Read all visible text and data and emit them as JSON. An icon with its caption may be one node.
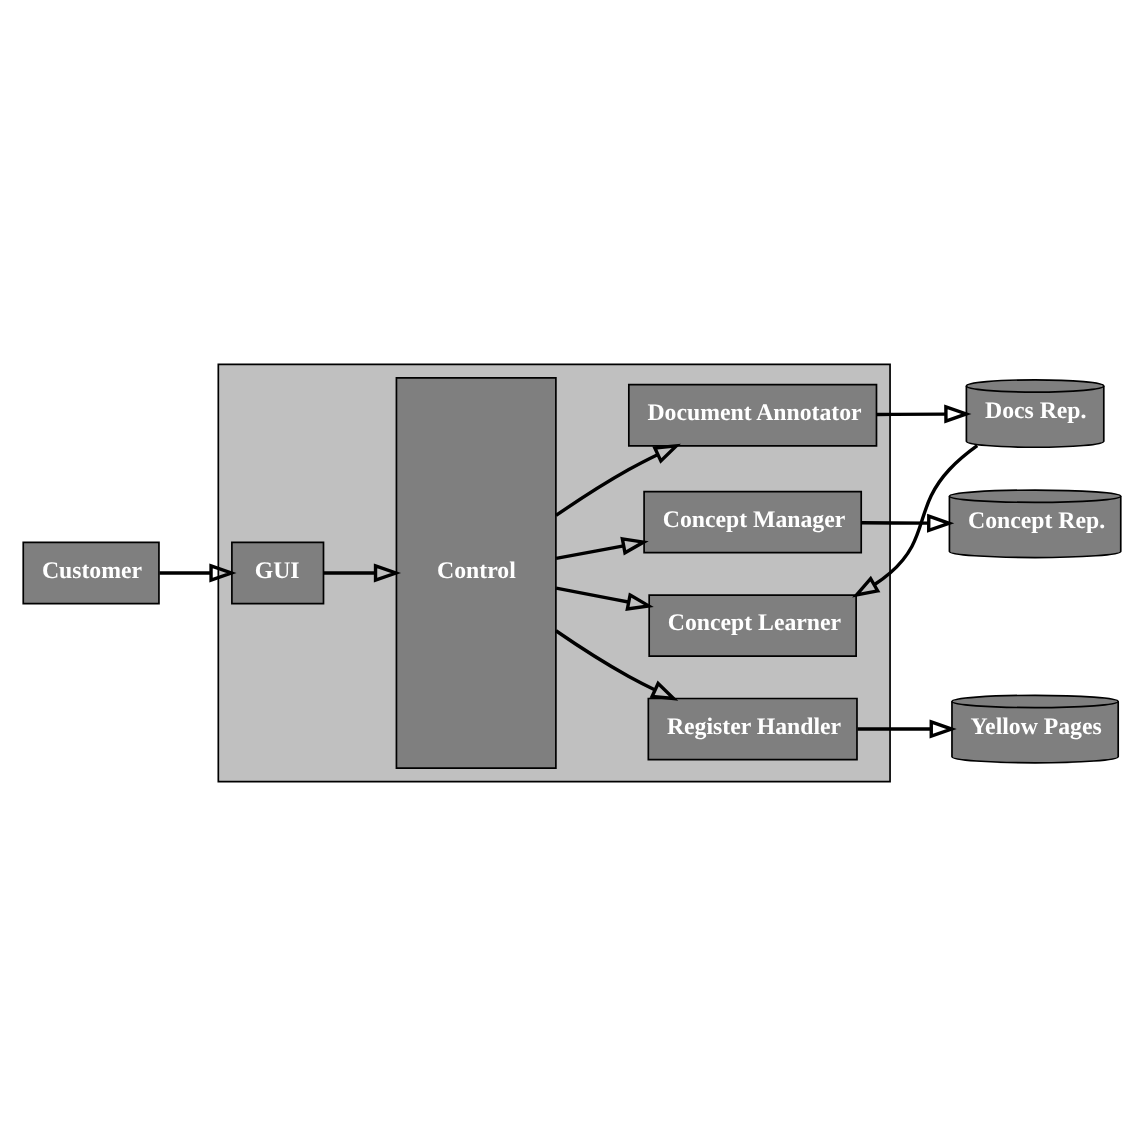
{
  "diagram": {
    "nodes": [
      {
        "text": [],
        "shape": "box"
      },
      {
        "text": [
          "Control"
        ],
        "in": 0
      },
      {
        "text": [
          "Document Annotator"
        ],
        "in": 0
      },
      {
        "text": [
          "Concept Learner"
        ],
        "in": 0
      },
      {
        "text": [
          "Concept Manager"
        ],
        "in": 0
      },
      {
        "text": [
          "Register Handler"
        ],
        "in": 0
      },
      {
        "text": [
          "GUI"
        ],
        "in": 0
      },
      {
        "text": [
          "Docs Rep."
        ]
      },
      {
        "text": [
          "Concept Rep."
        ]
      },
      {
        "text": [
          "Yellow Pages"
        ]
      },
      {
        "text": [
          "Customer"
        ]
      }
    ],
    "edges": [
      {
        "from": 1,
        "to": 2,
        "arrow": "to"
      },
      {
        "from": 1,
        "to": 3,
        "arrow": "to"
      },
      {
        "from": 1,
        "to": 4,
        "arrow": "to"
      },
      {
        "from": 1,
        "to": 5,
        "arrow": "to"
      },
      {
        "from": 2,
        "to": 7,
        "arrow": "to"
      },
      {
        "from": 7,
        "to": 3,
        "arrow": "to"
      },
      {
        "from": 4,
        "to": 8,
        "arrow": "to"
      },
      {
        "from": 5,
        "to": 9,
        "arrow": "to"
      },
      {
        "from": 6,
        "to": 1,
        "arrow": "to"
      },
      {
        "from": 10,
        "to": 6,
        "arrow": "to"
      }
    ]
  }
}
